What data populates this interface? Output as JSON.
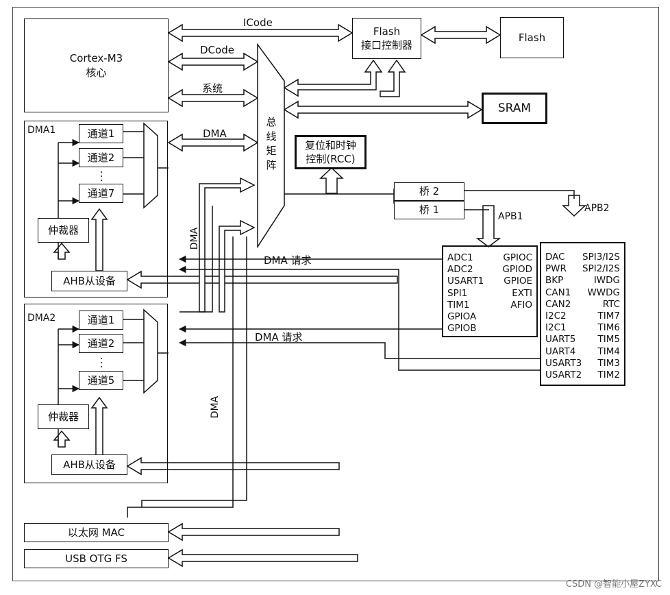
{
  "cortex": {
    "line1": "Cortex-M3",
    "line2": "核心"
  },
  "flash_ctrl": {
    "line1": "Flash",
    "line2": "接口控制器"
  },
  "flash": "Flash",
  "sram": "SRAM",
  "rcc": {
    "line1": "复位和时钟",
    "line2": "控制(RCC)"
  },
  "bus_matrix": "总\n线\n矩\n阵",
  "buses": {
    "icode": "ICode",
    "dcode": "DCode",
    "system": "系统",
    "dma": "DMA"
  },
  "bridges": {
    "bridge2": "桥 2",
    "bridge1": "桥 1",
    "apb1": "APB1",
    "apb2": "APB2"
  },
  "dma1": {
    "title": "DMA1",
    "channels": [
      "通道1",
      "通道2",
      "通道7"
    ],
    "arbiter": "仲裁器",
    "ahb_slave": "AHB从设备"
  },
  "dma2": {
    "title": "DMA2",
    "channels": [
      "通道1",
      "通道2",
      "通道5"
    ],
    "arbiter": "仲裁器",
    "ahb_slave": "AHB从设备"
  },
  "dma_labels": {
    "request1": "DMA 请求",
    "request2": "DMA 请求",
    "vertical1": "DMA",
    "vertical2": "DMA"
  },
  "apb2_peripherals": {
    "left": [
      "ADC1",
      "ADC2",
      "USART1",
      "SPI1",
      "TIM1",
      "GPIOA",
      "GPIOB"
    ],
    "right": [
      "GPIOC",
      "GPIOD",
      "GPIOE",
      "EXTI",
      "AFIO"
    ]
  },
  "apb1_peripherals": {
    "left": [
      "DAC",
      "PWR",
      "BKP",
      "CAN1",
      "CAN2",
      "I2C2",
      "I2C1",
      "UART5",
      "UART4",
      "USART3",
      "USART2"
    ],
    "right": [
      "SPI3/I2S",
      "SPI2/I2S",
      "IWDG",
      "WWDG",
      "RTC",
      "TIM7",
      "TIM6",
      "TIM5",
      "TIM4",
      "TIM3",
      "TIM2"
    ]
  },
  "ethernet": "以太网 MAC",
  "usb": "USB OTG FS",
  "watermark": "CSDN @智能小屋ZYXC"
}
